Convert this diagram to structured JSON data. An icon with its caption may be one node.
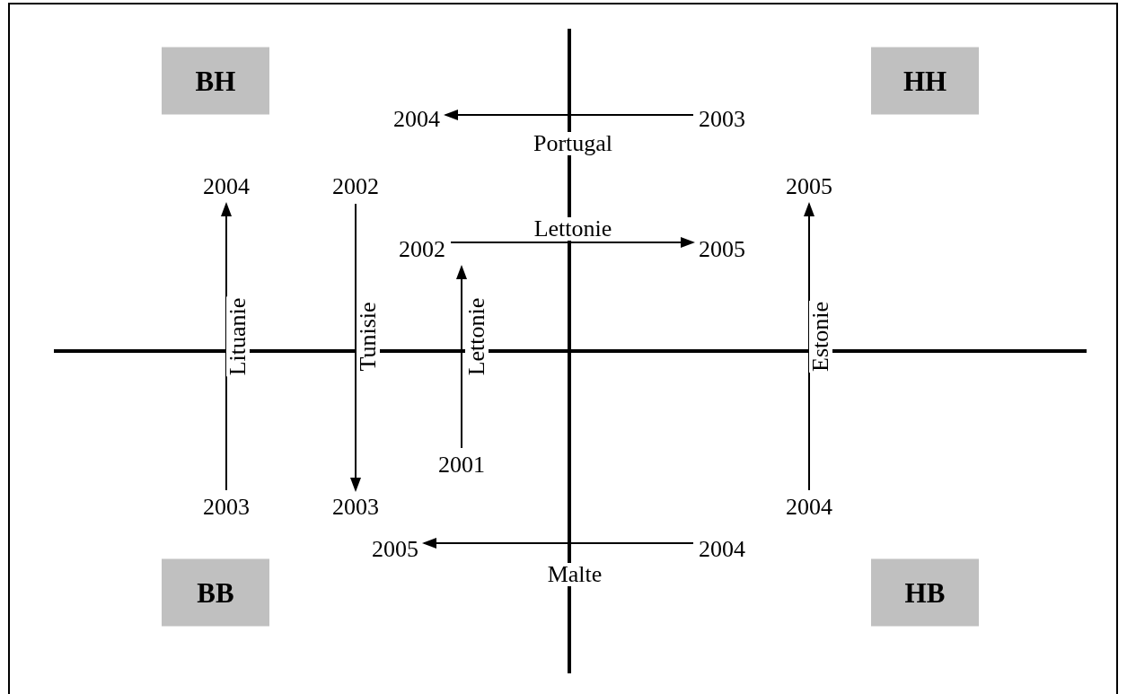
{
  "diagram": {
    "nodes": [
      {
        "text": [
          "BH"
        ]
      },
      {
        "text": [
          "HH"
        ]
      },
      {
        "text": [
          "2004"
        ]
      },
      {
        "text": [
          "2003"
        ]
      },
      {
        "text": [
          "2004"
        ]
      },
      {
        "text": [
          "2002"
        ]
      },
      {
        "text": [
          "2005"
        ]
      },
      {
        "text": [
          "2002"
        ]
      },
      {
        "text": [
          "2005"
        ]
      },
      {
        "text": [
          "2001"
        ]
      },
      {
        "text": [
          "2003"
        ]
      },
      {
        "text": [
          "2003"
        ]
      },
      {
        "text": [
          "2004"
        ]
      },
      {
        "text": [
          "2005"
        ]
      },
      {
        "text": [
          "2004"
        ]
      },
      {
        "text": [
          "BB"
        ]
      },
      {
        "text": [
          "HB"
        ]
      }
    ],
    "edges": [
      {
        "from": 3,
        "to": 2,
        "arrow": "to",
        "label": "Portugal"
      },
      {
        "from": 10,
        "to": 4,
        "arrow": "to",
        "label": "Lituanie"
      },
      {
        "from": 5,
        "to": 11,
        "arrow": "to",
        "label": "Tunisie"
      },
      {
        "from": 9,
        "to": 7,
        "arrow": "to",
        "label": "Lettonie"
      },
      {
        "from": 7,
        "to": 8,
        "arrow": "to",
        "label": "Lettonie"
      },
      {
        "from": 12,
        "to": 6,
        "arrow": "to",
        "label": "Estonie"
      },
      {
        "from": 14,
        "to": 13,
        "arrow": "to",
        "label": "Malte"
      }
    ]
  }
}
